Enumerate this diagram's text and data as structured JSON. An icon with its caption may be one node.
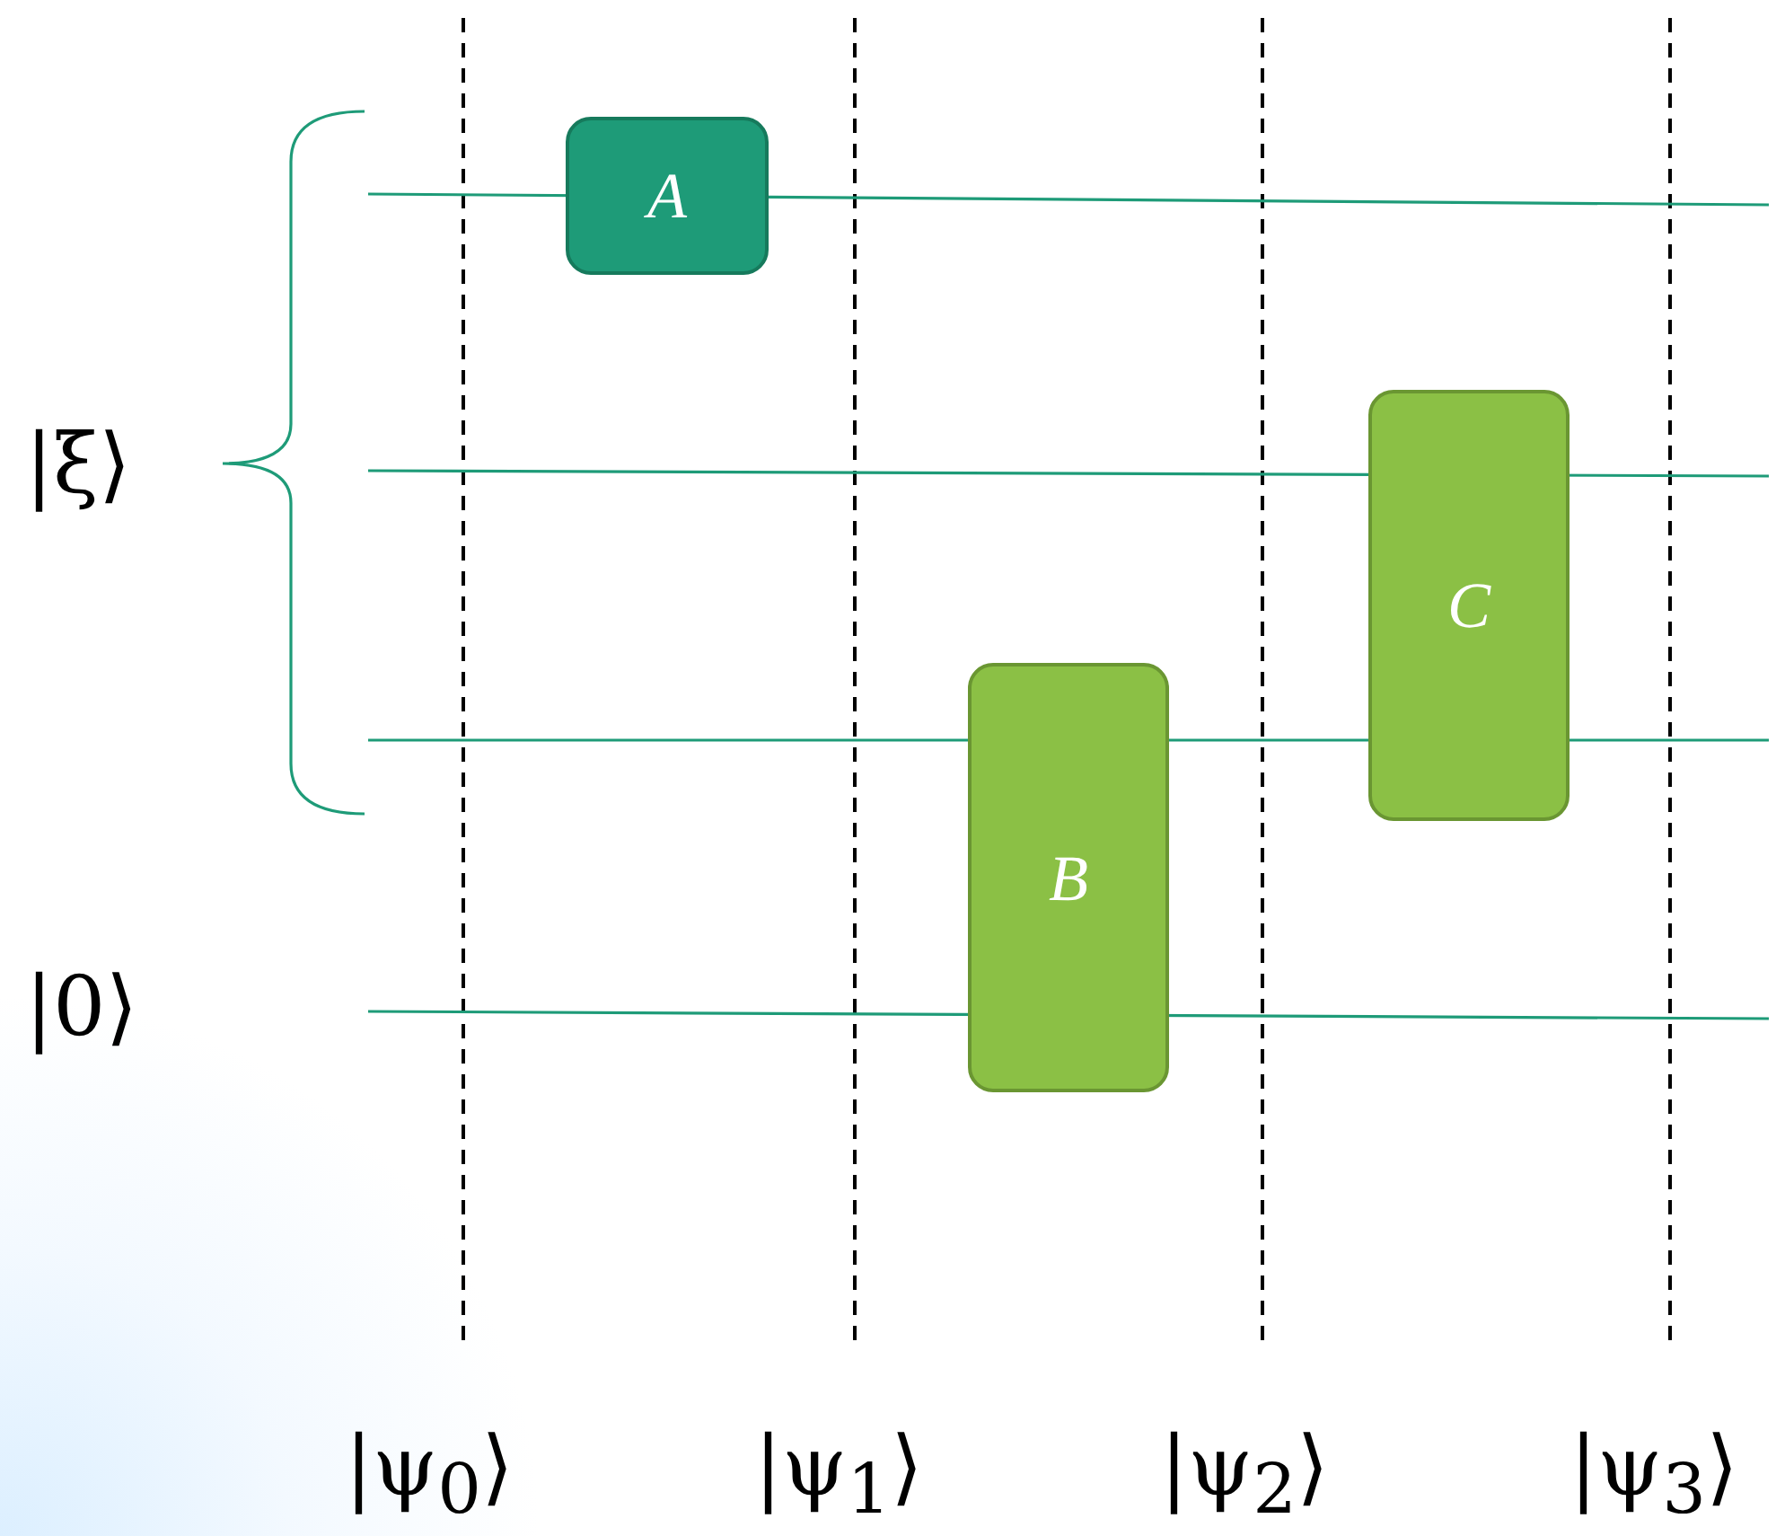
{
  "diagram": {
    "nodes": [
      {
        "text": [
          "A"
        ]
      },
      {
        "text": [
          "B"
        ]
      },
      {
        "text": [
          "C"
        ]
      }
    ],
    "labels": [
      "|ξ⟩",
      "|0⟩",
      "|ψ$_{0}$⟩",
      "|ψ$_{1}$⟩",
      "|ψ$_{2}$⟩",
      "|ψ$_{3}$⟩"
    ]
  }
}
